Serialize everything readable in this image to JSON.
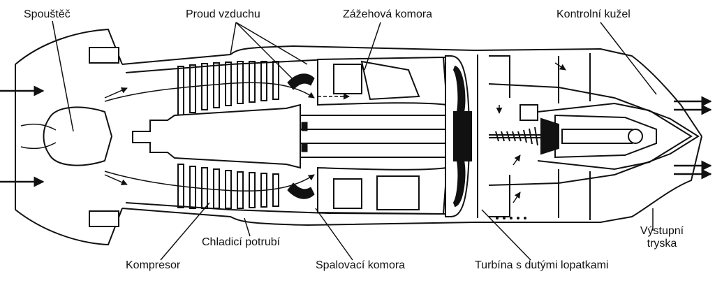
{
  "labels": {
    "starter": "Spouštěč",
    "airflow": "Proud vzduchu",
    "ignition_chamber": "Zážehová komora",
    "control_cone": "Kontrolní kužel",
    "exhaust_nozzle_line1": "Výstupní",
    "exhaust_nozzle_line2": "tryska",
    "cooling_pipe": "Chladicí potrubí",
    "compressor": "Kompresor",
    "combustion_chamber": "Spalovací komora",
    "turbine": "Turbína s dutými lopatkami"
  },
  "colors": {
    "line": "#111111",
    "fill": "#ffffff"
  }
}
